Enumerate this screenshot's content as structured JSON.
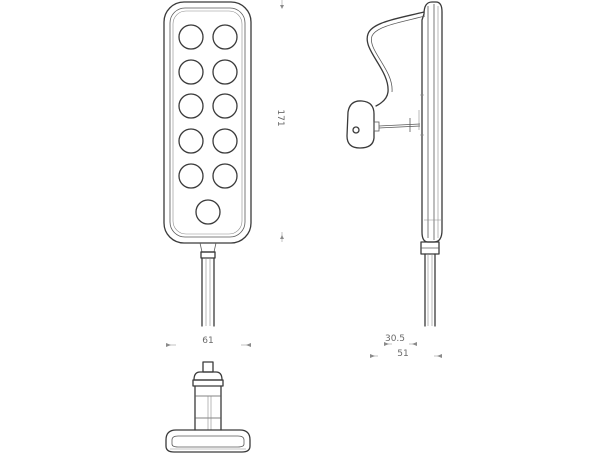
{
  "dimensions": {
    "height": "171",
    "width_front": "61",
    "depth_head": "30.5",
    "depth_total": "51"
  }
}
